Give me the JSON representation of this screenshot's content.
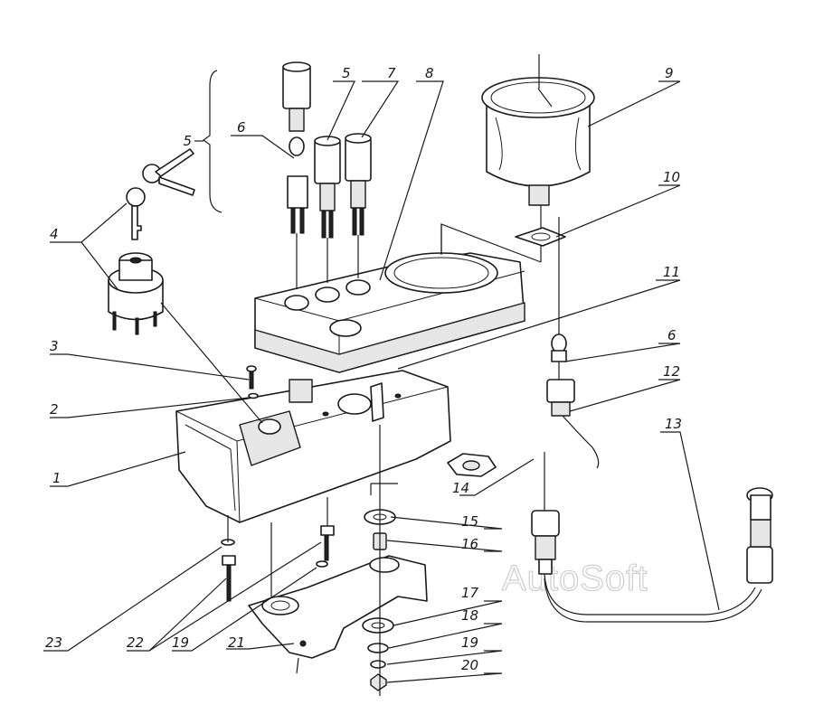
{
  "watermark": "AutoSoft",
  "callouts": {
    "c1": "1",
    "c2": "2",
    "c3": "3",
    "c4": "4",
    "c5": "5",
    "c5b": "5",
    "c6a": "6",
    "c6b": "6",
    "c7": "7",
    "c8": "8",
    "c9": "9",
    "c10": "10",
    "c11": "11",
    "c12": "12",
    "c13": "13",
    "c14": "14",
    "c15": "15",
    "c16": "16",
    "c17": "17",
    "c18": "18",
    "c19a": "19",
    "c19b": "19",
    "c20": "20",
    "c21": "21",
    "c22": "22",
    "c23": "23"
  }
}
